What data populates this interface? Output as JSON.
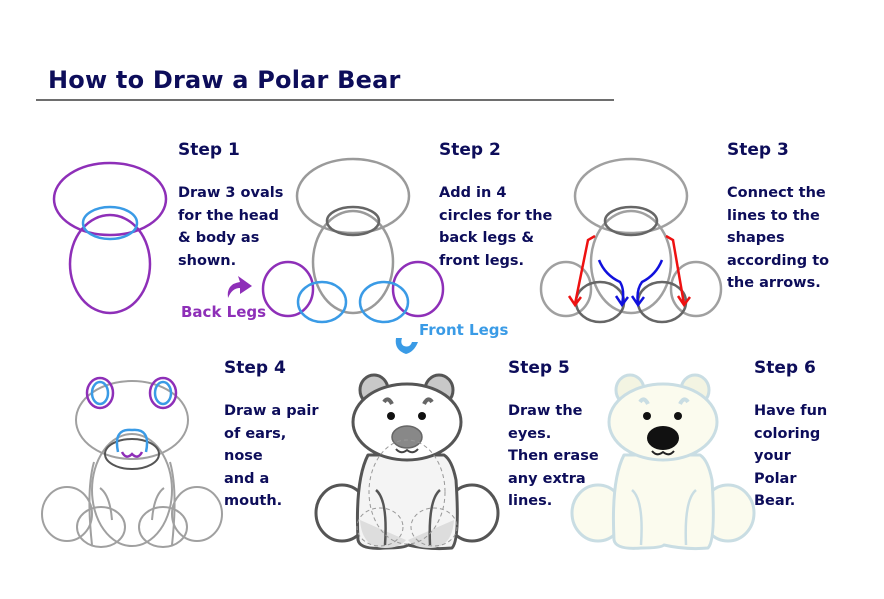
{
  "title": "How to Draw a Polar Bear",
  "steps": [
    {
      "heading": "Step 1",
      "text": "Draw 3 ovals\nfor the head\n& body as\nshown."
    },
    {
      "heading": "Step 2",
      "text": "Add in 4\ncircles for the\nback legs &\nfront legs."
    },
    {
      "heading": "Step 3",
      "text": "Connect the\nlines to the\nshapes\naccording to\nthe arrows."
    },
    {
      "heading": "Step 4",
      "text": "Draw a pair\nof ears,\nnose\nand a\nmouth."
    },
    {
      "heading": "Step 5",
      "text": "Draw the\neyes.\nThen erase\nany extra\nlines."
    },
    {
      "heading": "Step 6",
      "text": "Have fun\ncoloring\nyour\nPolar\nBear."
    }
  ],
  "labels": {
    "back_legs": "Back Legs",
    "front_legs": "Front Legs"
  },
  "colors": {
    "heading": "#0d0d5a",
    "purple": "#8e2fb8",
    "blue": "#3a9be6",
    "gray": "#9a9a9a",
    "dark_gray": "#555555",
    "red": "#ee1111",
    "arrow_blue": "#1111dd"
  }
}
